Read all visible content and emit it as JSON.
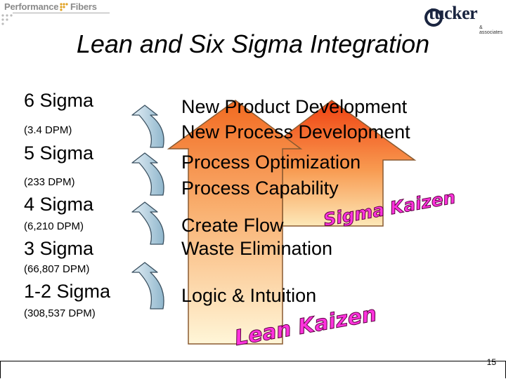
{
  "header": {
    "logo_left_text_1": "Performance",
    "logo_left_text_2": "Fibers",
    "logo_right_text": "tucker",
    "logo_right_subtext": "& associates"
  },
  "title": "Lean and Six Sigma Integration",
  "sigma_levels": [
    {
      "level": "6 Sigma",
      "dpm": "(3.4 DPM)"
    },
    {
      "level": "5 Sigma",
      "dpm": "(233 DPM)"
    },
    {
      "level": "4 Sigma",
      "dpm": "(6,210 DPM)"
    },
    {
      "level": "3 Sigma",
      "dpm": "(66,807 DPM)"
    },
    {
      "level": "1-2 Sigma",
      "dpm": "(308,537 DPM)"
    }
  ],
  "stages": [
    "New Product Development",
    "New Process Development",
    "Process Optimization",
    "Process Capability",
    "Create Flow",
    "Waste Elimination",
    "Logic & Intuition"
  ],
  "kaizen_labels": {
    "sigma_kaizen": "Sigma Kaizen",
    "lean_kaizen": "Lean Kaizen"
  },
  "colors": {
    "arrow_top": "#f04010",
    "arrow_mid": "#f8a050",
    "arrow_bottom": "#fff2c0",
    "curved_arrow_fill": "#b8d4e4",
    "kaizen_text": "#ff33dd"
  },
  "footer": {
    "page_number": "15"
  }
}
